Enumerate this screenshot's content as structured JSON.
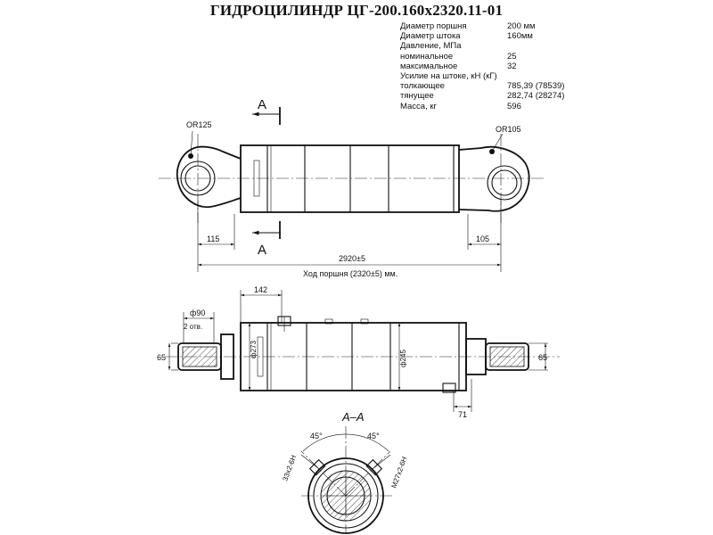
{
  "title": "ГИДРОЦИЛИНДР ЦГ-200.160х2320.11-01",
  "specs": [
    {
      "label": "Диаметр поршня",
      "value": "200 мм"
    },
    {
      "label": "Диаметр штока",
      "value": "160мм"
    },
    {
      "label": "Давление, МПа",
      "value": ""
    },
    {
      "label": "номинальное",
      "value": "25"
    },
    {
      "label": "максимальное",
      "value": "32"
    },
    {
      "label": "Усилие на штоке, кН (кГ)",
      "value": ""
    },
    {
      "label": "толкающее",
      "value": "785,39 (78539)"
    },
    {
      "label": "тянущее",
      "value": "282,74 (28274)"
    },
    {
      "label": "Масса, кг",
      "value": "596"
    }
  ],
  "drawing": {
    "section_marker": "А",
    "radius_left": "OR125",
    "radius_right": "OR105",
    "dim_left_eye": "115",
    "dim_right_eye": "105",
    "dim_overall": "2920±5",
    "stroke_label": "Ход поршня (2320±5) мм.",
    "dim_142": "142",
    "dim_phi90": "ф90",
    "dim_2_otv": "2 отв.",
    "dim_65_left": "65",
    "dim_65_right": "65",
    "dim_phi_left": "ф273",
    "dim_phi_right": "ф245",
    "dim_71": "71",
    "section_title": "А–А",
    "angle_left": "45°",
    "angle_right": "45°",
    "port_left": "33x2-6Н",
    "port_right": "М27x2-6Н"
  }
}
